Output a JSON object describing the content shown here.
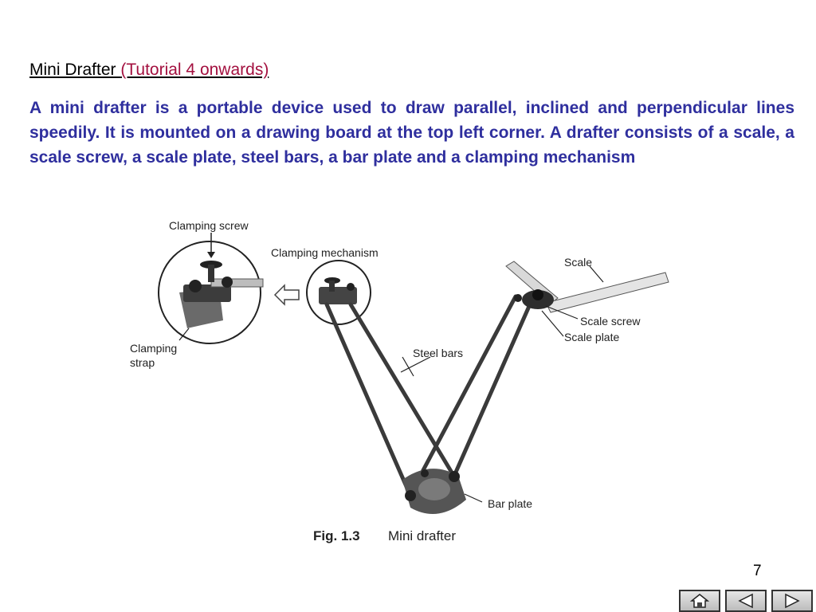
{
  "slide": {
    "title_main": "Mini Drafter ",
    "title_sub": "(Tutorial 4 onwards)",
    "paragraph": "A mini drafter is a portable device used to draw parallel, inclined and perpendicular lines speedily. It is mounted on a drawing board at the top left corner. A drafter consists of a scale, a scale screw, a scale plate, steel bars, a bar plate and a clamping mechanism",
    "page_number": "7"
  },
  "figure": {
    "labels": {
      "clamping_screw": "Clamping screw",
      "clamping_mechanism": "Clamping mechanism",
      "clamping_strap_1": "Clamping",
      "clamping_strap_2": "strap",
      "scale": "Scale",
      "scale_screw": "Scale screw",
      "scale_plate": "Scale plate",
      "steel_bars": "Steel bars",
      "bar_plate": "Bar plate"
    },
    "caption_number": "Fig. 1.3",
    "caption_text": "Mini drafter"
  },
  "nav": {
    "buttons": [
      "home",
      "previous",
      "next"
    ]
  },
  "colors": {
    "title_sub": "#a3103f",
    "paragraph": "#2f2f9e"
  }
}
